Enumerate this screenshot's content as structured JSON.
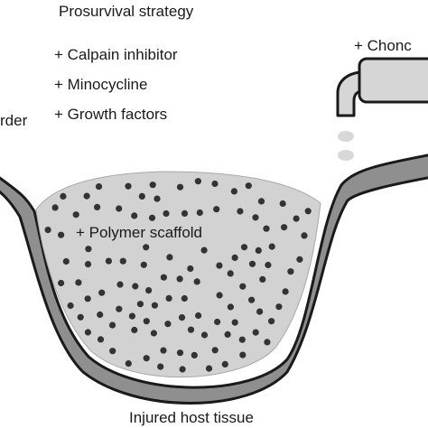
{
  "strategy": {
    "title": "Prosurvival strategy",
    "items": [
      "+ Calpain inhibitor",
      "+ Minocycline",
      "+ Growth factors"
    ]
  },
  "left_cut_text": "rder",
  "right_cut_text": "+ Chonc",
  "scaffold_label": "+ Polymer scaffold",
  "bottom_label": "Injured host tissue",
  "colors": {
    "tissue_fill": "#8f8f8f",
    "tissue_stroke": "#1a1a1a",
    "scaffold_fill": "#d2d2d2",
    "dot": "#333333",
    "tube_fill": "#d6d6d6",
    "droplet": "#d8d8d8"
  }
}
